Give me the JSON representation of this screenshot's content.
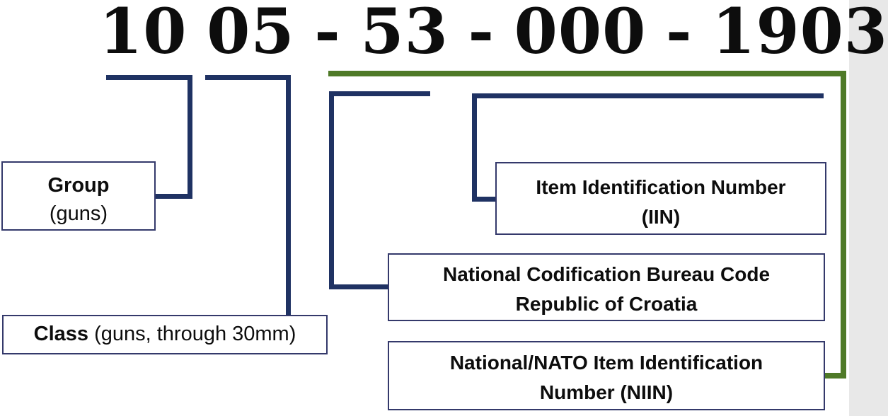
{
  "title": {
    "text": "10 05 - 53 - 000 - 1903"
  },
  "colors": {
    "navy": "#1F3263",
    "green": "#4F7A28",
    "box_border": "#34396B",
    "text": "#0D0D0D",
    "background": "#FFFFFF"
  },
  "labels": {
    "group": {
      "bold": "Group",
      "normal": "(guns)"
    },
    "class": {
      "bold": "Class",
      "normal": " (guns, through 30mm)"
    },
    "iin": {
      "line1": "Item Identification Number",
      "line2": "(IIN)"
    },
    "ncb": {
      "line1": "National Codification Bureau Code",
      "line2": "Republic of Croatia"
    },
    "niin": {
      "line1": "National/NATO Item Identification",
      "line2": "Number (NIIN)"
    }
  }
}
